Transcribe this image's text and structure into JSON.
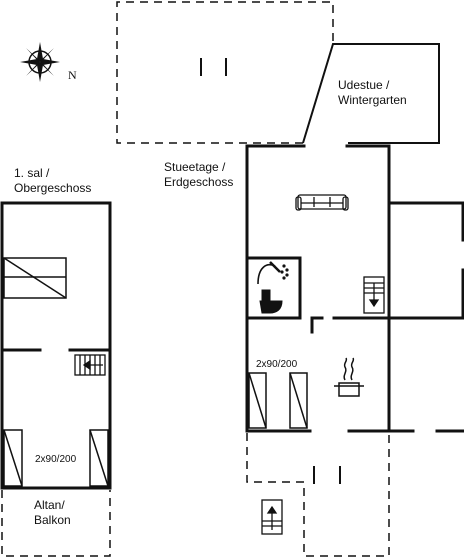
{
  "compass": {
    "north_label": "N"
  },
  "labels": {
    "first_floor": [
      "1. sal /",
      "Obergeschoss"
    ],
    "ground_floor": [
      "Stueetage /",
      "Erdgeschoss"
    ],
    "sunroom": [
      "Udestue /",
      "Wintergarten"
    ],
    "balcony": [
      "Altan/",
      "Balkon"
    ],
    "bed_ground": "2x90/200",
    "bed_first": "2x90/200"
  },
  "colors": {
    "wall": "#111111",
    "background": "#ffffff"
  },
  "icons": [
    "compass-rose-icon",
    "sofa-icon",
    "shower-icon",
    "toilet-icon",
    "stairs-icon",
    "stove-icon",
    "bed-icon"
  ]
}
